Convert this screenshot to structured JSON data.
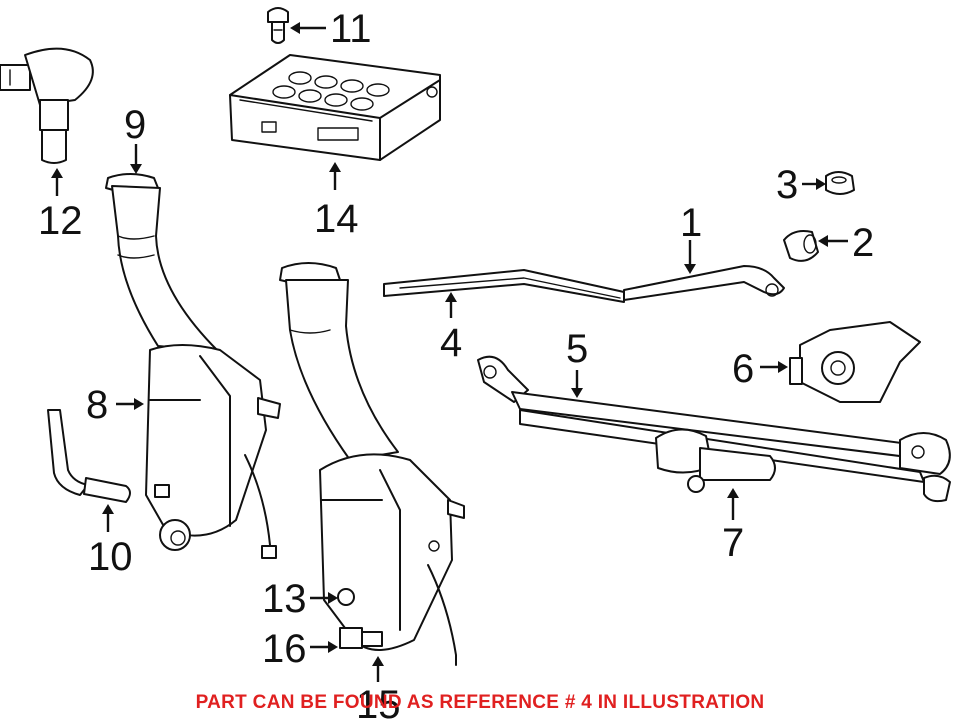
{
  "callouts": {
    "c1": "1",
    "c2": "2",
    "c3": "3",
    "c4": "4",
    "c5": "5",
    "c6": "6",
    "c7": "7",
    "c8": "8",
    "c9": "9",
    "c10": "10",
    "c11": "11",
    "c12": "12",
    "c13": "13",
    "c14": "14",
    "c15": "15",
    "c16": "16"
  },
  "footer": {
    "note": "PART CAN BE FOUND AS REFERENCE # 4 IN ILLUSTRATION",
    "color": "#e02020"
  }
}
